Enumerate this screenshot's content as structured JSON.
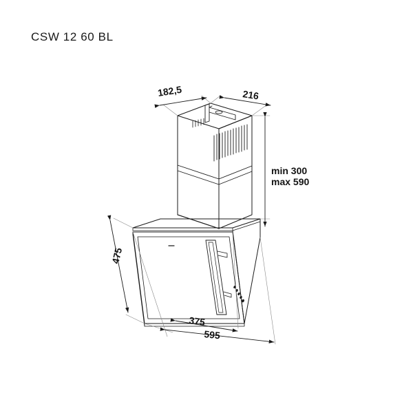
{
  "page": {
    "title": "CSW 12 60 BL",
    "background_color": "#ffffff",
    "line_color": "#1a1a1a",
    "text_color": "#141414"
  },
  "drawing": {
    "subject": "wall-mounted inclined glass cooker hood, isometric technical dimension drawing",
    "product_code": "CSW 12 60 BL"
  },
  "dimensions": {
    "chimney_depth": "182,5",
    "chimney_width": "216",
    "height_min": "min 300",
    "height_max": "max 590",
    "hood_depth": "475",
    "glass_depth": "375",
    "hood_width": "595"
  },
  "parts": {
    "chimney_label": "chimney-duct",
    "vent_label": "vent-slats",
    "glass_panel_label": "inclined-glass-panel",
    "controls_label": "control-buttons",
    "bracket_label": "top-bracket"
  }
}
